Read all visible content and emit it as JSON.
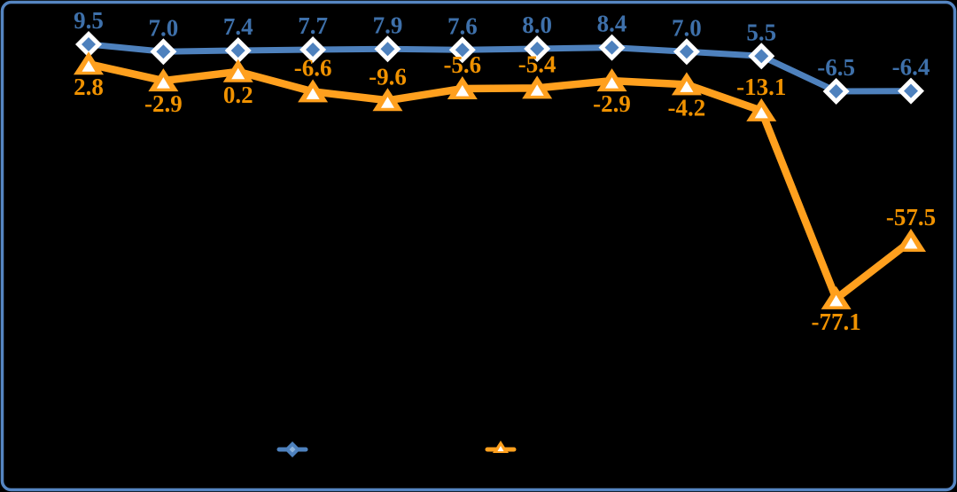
{
  "window": {
    "background": "#000000",
    "border_color": "#5585C2"
  },
  "chart_data": {
    "type": "line",
    "title": "",
    "xlabel": "",
    "ylabel": "",
    "axes_visible": false,
    "gridlines_visible": false,
    "category_labels_visible": false,
    "legend_position": "bottom-center",
    "legend_text_visible": false,
    "n_points": 12,
    "series": [
      {
        "name": "blue-diamond-series",
        "marker": "diamond",
        "line_color": "#4E81BD",
        "label_color": "#3E70AA",
        "marker_rim_color": "#FFFFFF",
        "marker_inner_color": "#4E81BD",
        "values": [
          9.5,
          7.0,
          7.4,
          7.7,
          7.9,
          7.6,
          8.0,
          8.4,
          7.0,
          5.5,
          -6.5,
          -6.4
        ],
        "labels": [
          "9.5",
          "7.0",
          "7.4",
          "7.7",
          "7.9",
          "7.6",
          "8.0",
          "8.4",
          "7.0",
          "5.5",
          "-6.5",
          "-6.4"
        ],
        "label_positions": [
          "above",
          "above",
          "above",
          "above",
          "above",
          "above",
          "above",
          "above",
          "above",
          "above",
          "above",
          "above"
        ]
      },
      {
        "name": "orange-triangle-series",
        "marker": "triangle",
        "line_color": "#FFA01E",
        "label_color": "#F09200",
        "marker_rim_color": "#FFA01E",
        "marker_inner_color": "#FFFFFF",
        "values": [
          2.8,
          -2.9,
          0.2,
          -6.6,
          -9.6,
          -5.6,
          -5.4,
          -2.9,
          -4.2,
          -13.1,
          -77.1,
          -57.5
        ],
        "labels": [
          "2.8",
          "-2.9",
          "0.2",
          "-6.6",
          "-9.6",
          "-5.6",
          "-5.4",
          "-2.9",
          "-4.2",
          "-13.1",
          "-77.1",
          "-57.5"
        ],
        "label_positions": [
          "below",
          "below",
          "below",
          "above",
          "above",
          "above",
          "above",
          "below",
          "below",
          "above",
          "below",
          "above"
        ]
      }
    ]
  }
}
